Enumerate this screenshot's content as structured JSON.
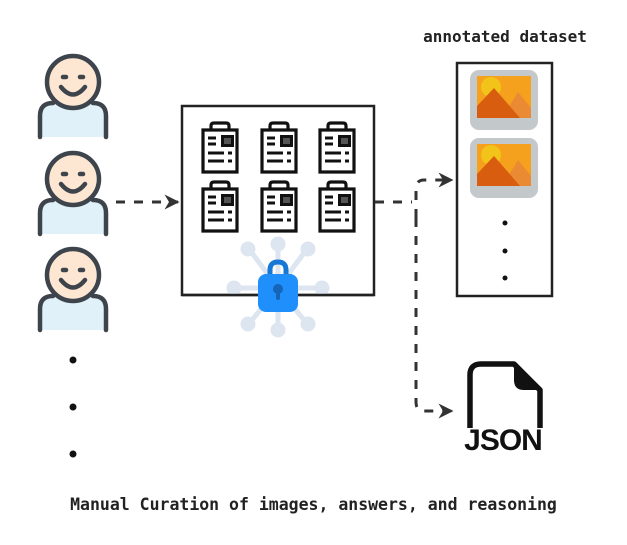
{
  "diagram": {
    "title": "Manual Curation of images, answers, and reasoning",
    "dataset_label": "annotated dataset",
    "json_label": "JSON",
    "annotators": {
      "count_shown": 3,
      "continuation": "ellipsis",
      "icon": "smiling-person-icon"
    },
    "curation_box": {
      "documents": {
        "rows": 2,
        "cols": 3,
        "icon": "clipboard-document-icon"
      },
      "security_icon": "network-lock-icon"
    },
    "dataset_box": {
      "images_shown": 2,
      "image_icon": "landscape-image-icon",
      "continuation": "ellipsis"
    },
    "edges": [
      {
        "from": "annotators",
        "to": "curation_box",
        "style": "dashed-arrow"
      },
      {
        "from": "curation_box",
        "to": "dataset_box",
        "style": "dashed-arrow"
      },
      {
        "from": "curation_box",
        "to": "json_file",
        "style": "dashed-arrow"
      }
    ],
    "colors": {
      "stroke": "#222222",
      "person_face": "#fde7d2",
      "person_body": "#e1f1fa",
      "person_outline": "#3d444b",
      "lock": "#1e8ffb",
      "lock_network": "#dde5f0",
      "image_frame": "#c3c8cb",
      "image_sky": "#f6a11d",
      "image_sun": "#f2c318",
      "image_mountain_back": "#ea8a33",
      "image_mountain_front": "#d95d0f"
    }
  }
}
